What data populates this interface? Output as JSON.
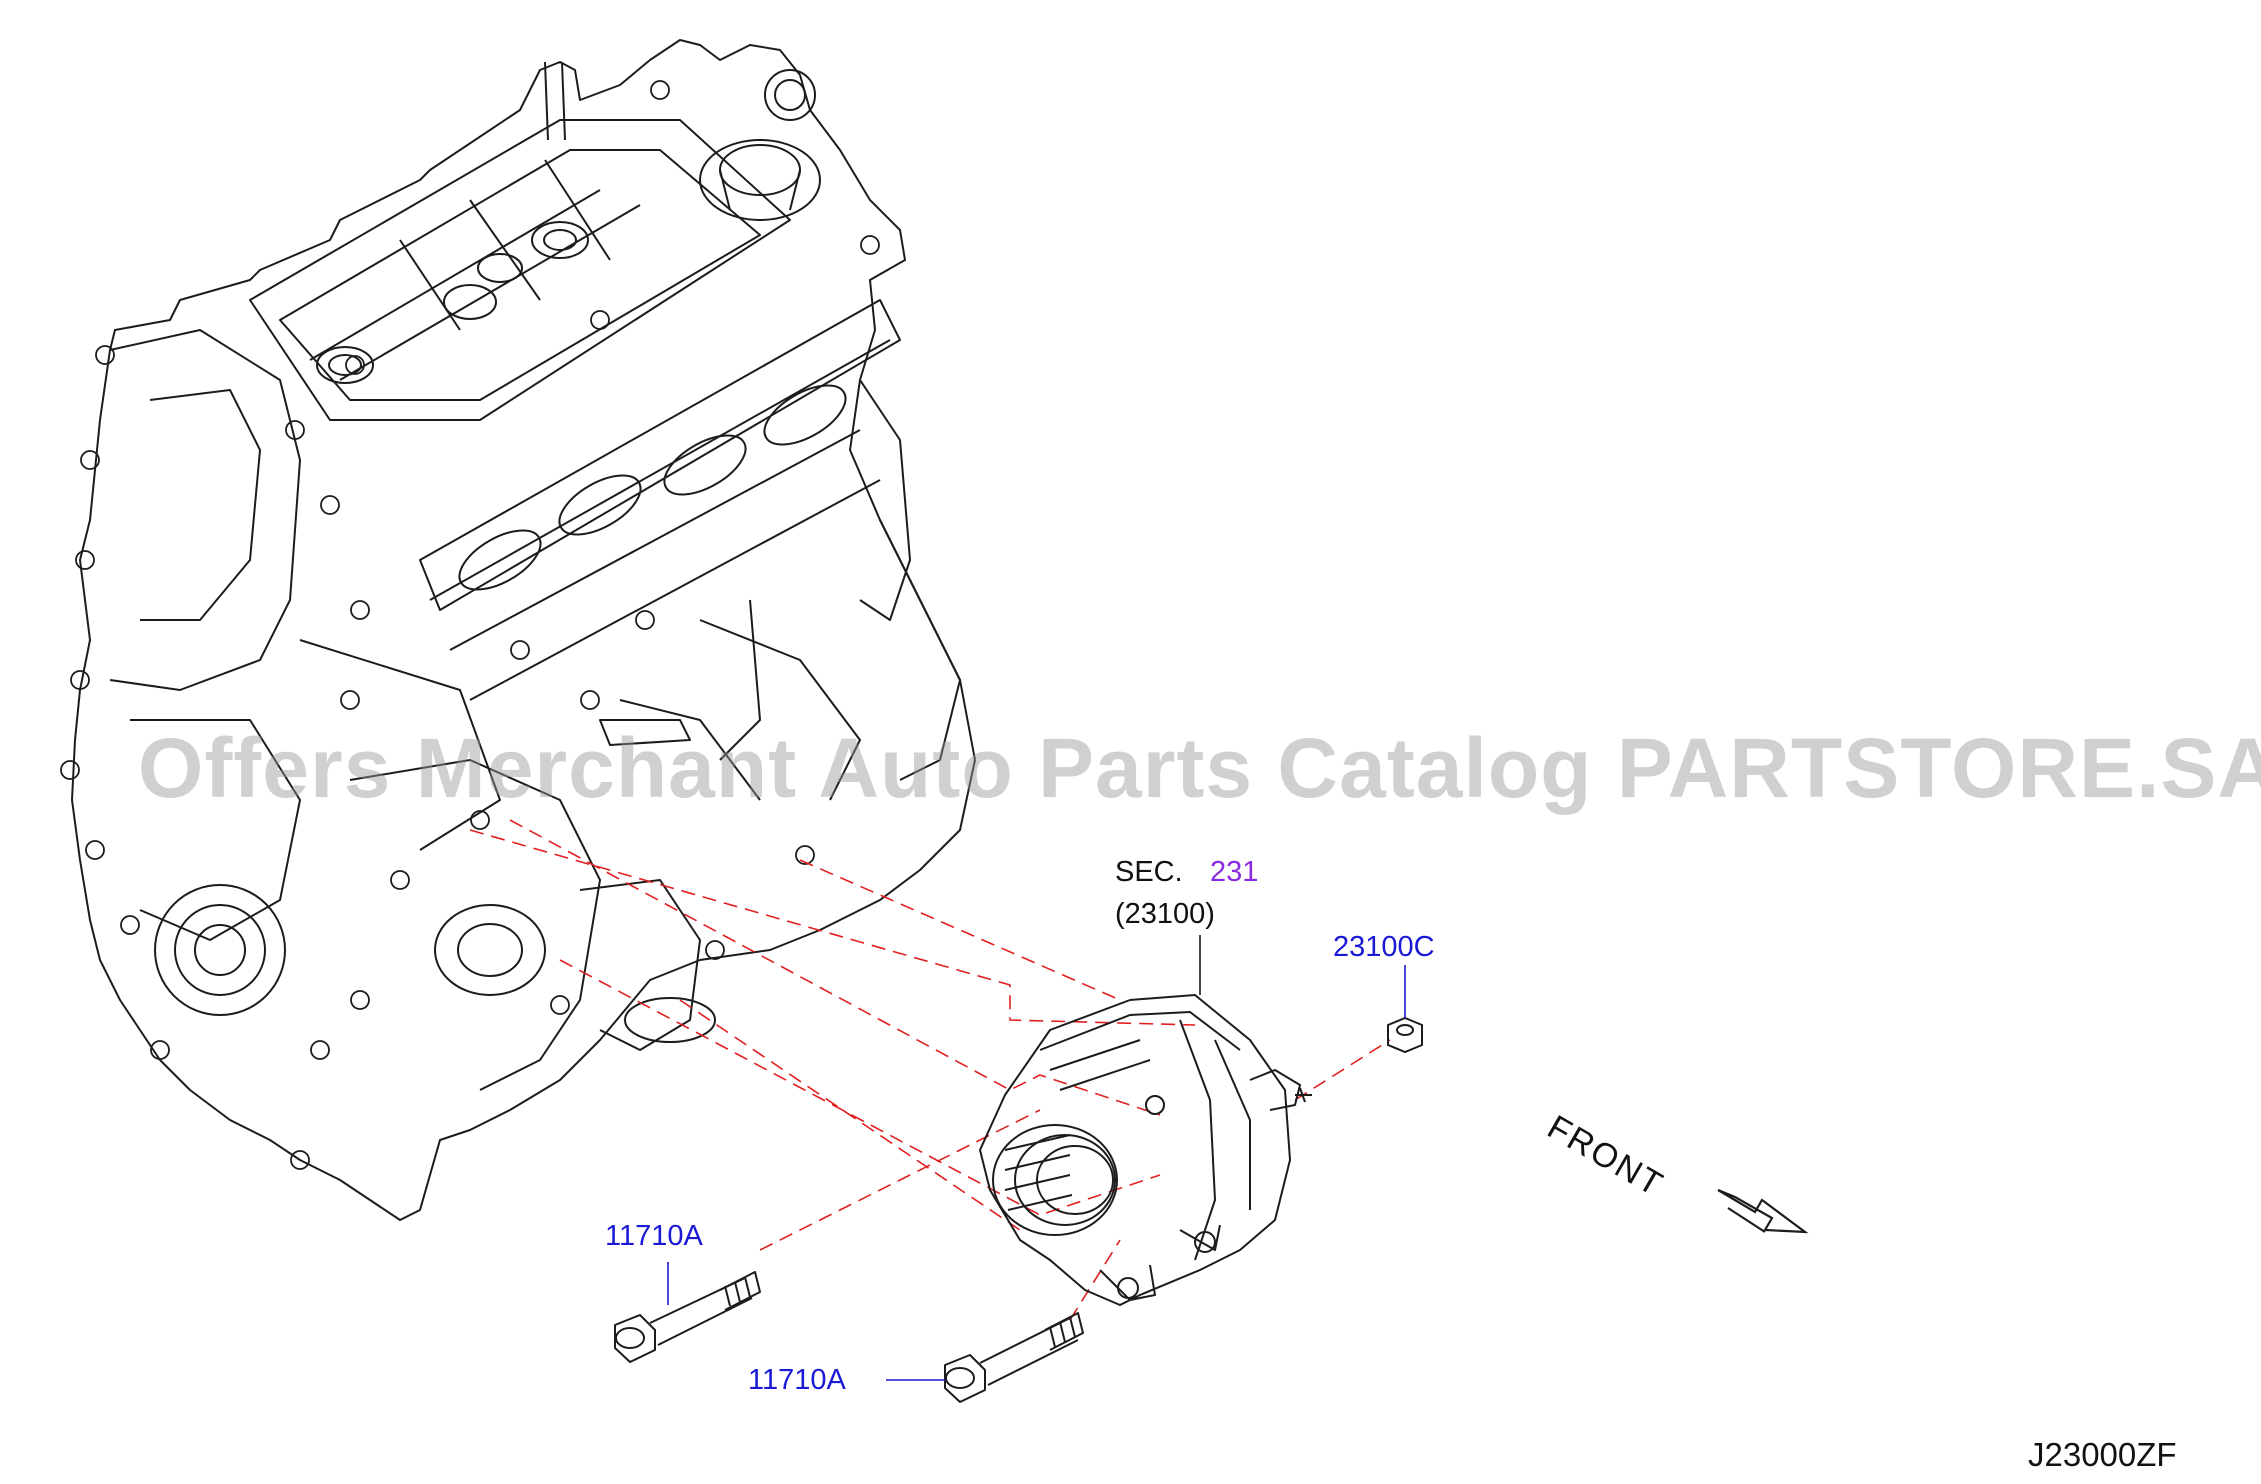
{
  "callouts": {
    "sec_prefix": "SEC.",
    "sec_number": "231",
    "sec_part": "(23100)",
    "nut": "23100C",
    "bolt_upper": "11710A",
    "bolt_lower": "11710A"
  },
  "direction": "FRONT",
  "watermark": "Offers Merchant Auto Parts Catalog PARTSTORE.SA",
  "diagram_code": "J23000ZF",
  "colors": {
    "part_number": "#1a1ad6",
    "section_link": "#8a2be2",
    "dashed_line": "#e02020",
    "outline": "#1c1c1c"
  }
}
